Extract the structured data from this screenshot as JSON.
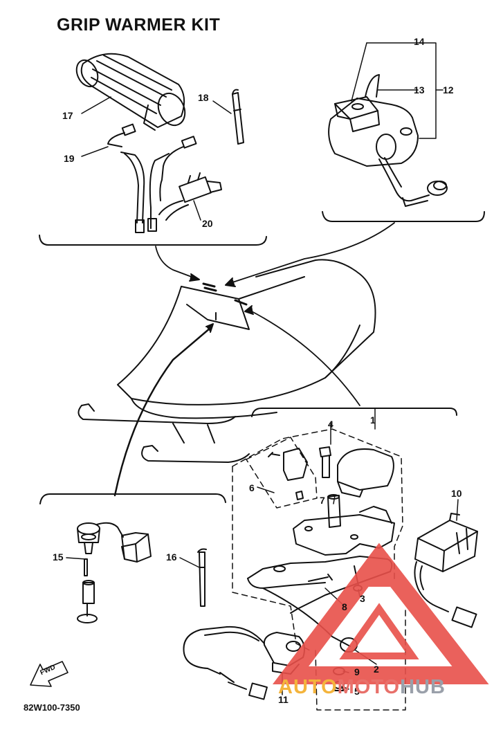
{
  "title": "GRIP WARMER KIT",
  "drawing_code": "82W100-7350",
  "fwd_label": "FWD",
  "watermark": {
    "part1": "AUTO",
    "part2": "MOTO",
    "part3": "HUB"
  },
  "part_numbers": [
    "1",
    "2",
    "3",
    "4",
    "5",
    "6",
    "7",
    "8",
    "9",
    "10",
    "11",
    "12",
    "13",
    "14",
    "15",
    "16",
    "17",
    "18",
    "19",
    "20"
  ],
  "colors": {
    "line": "#111111",
    "watermark_red": "#e8504a",
    "watermark_orange": "#f4b43c",
    "watermark_gray": "#9aa0aa"
  }
}
